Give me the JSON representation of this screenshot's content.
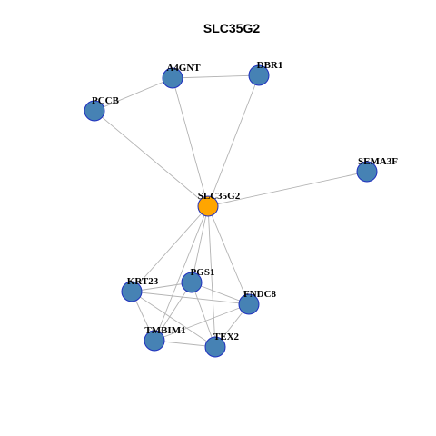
{
  "title": "SLC35G2",
  "colors": {
    "center": "#ffa500",
    "neighbor": "#4682b4",
    "node_border": "#1f2fbf",
    "edge": "#b3b3b3"
  },
  "nodes": [
    {
      "id": "SLC35G2",
      "label": "SLC35G2",
      "role": "center"
    },
    {
      "id": "A4GNT",
      "label": "A4GNT",
      "role": "neighbor"
    },
    {
      "id": "DBR1",
      "label": "DBR1",
      "role": "neighbor"
    },
    {
      "id": "PCCB",
      "label": "PCCB",
      "role": "neighbor"
    },
    {
      "id": "SEMA3F",
      "label": "SEMA3F",
      "role": "neighbor"
    },
    {
      "id": "KRT23",
      "label": "KRT23",
      "role": "neighbor"
    },
    {
      "id": "PGS1",
      "label": "PGS1",
      "role": "neighbor"
    },
    {
      "id": "FNDC8",
      "label": "FNDC8",
      "role": "neighbor"
    },
    {
      "id": "TMBIM1",
      "label": "TMBIM1",
      "role": "neighbor"
    },
    {
      "id": "TEX2",
      "label": "TEX2",
      "role": "neighbor"
    }
  ],
  "edges": [
    [
      "SLC35G2",
      "A4GNT"
    ],
    [
      "SLC35G2",
      "DBR1"
    ],
    [
      "SLC35G2",
      "PCCB"
    ],
    [
      "SLC35G2",
      "SEMA3F"
    ],
    [
      "SLC35G2",
      "KRT23"
    ],
    [
      "SLC35G2",
      "PGS1"
    ],
    [
      "SLC35G2",
      "FNDC8"
    ],
    [
      "SLC35G2",
      "TMBIM1"
    ],
    [
      "SLC35G2",
      "TEX2"
    ],
    [
      "A4GNT",
      "DBR1"
    ],
    [
      "A4GNT",
      "PCCB"
    ],
    [
      "KRT23",
      "PGS1"
    ],
    [
      "KRT23",
      "FNDC8"
    ],
    [
      "KRT23",
      "TMBIM1"
    ],
    [
      "KRT23",
      "TEX2"
    ],
    [
      "PGS1",
      "FNDC8"
    ],
    [
      "PGS1",
      "TMBIM1"
    ],
    [
      "PGS1",
      "TEX2"
    ],
    [
      "FNDC8",
      "TMBIM1"
    ],
    [
      "FNDC8",
      "TEX2"
    ],
    [
      "TMBIM1",
      "TEX2"
    ]
  ]
}
